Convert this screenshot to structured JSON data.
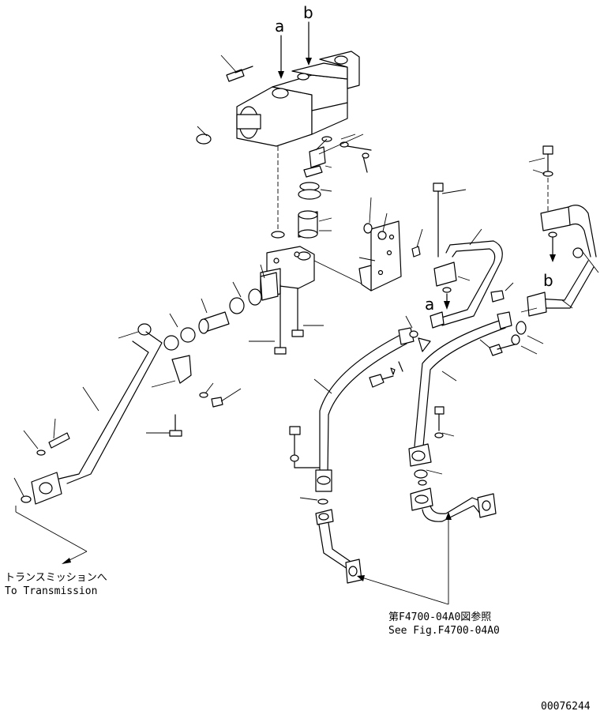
{
  "labels": {
    "a": "a",
    "b": "b"
  },
  "notes": {
    "transmission_jp": "トランスミッションへ",
    "transmission_en": "To Transmission",
    "fig_ref_jp": "第F4700-04A0図参照",
    "fig_ref_en": "See Fig.F4700-04A0"
  },
  "drawing_number": "00076244"
}
